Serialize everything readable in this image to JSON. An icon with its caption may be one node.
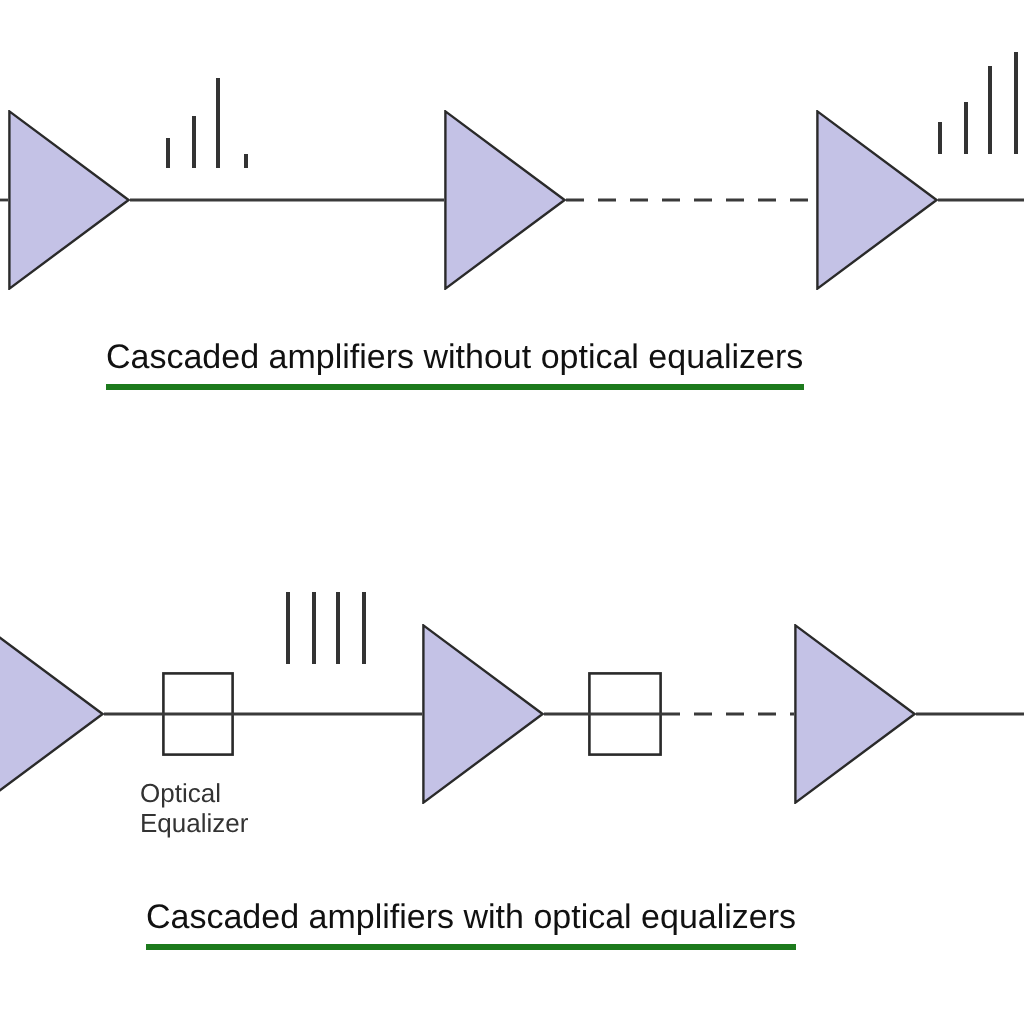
{
  "diagram": {
    "nodes": [
      {
        "text": [],
        "shape": "triangle"
      },
      {
        "text": [],
        "shape": "triangle"
      },
      {
        "text": [],
        "shape": "triangle"
      },
      {
        "text": [],
        "shape": "triangle"
      },
      {
        "text": [],
        "shape": "box",
        "beside": [
          "Optical Equalizer"
        ]
      },
      {
        "text": [],
        "shape": "triangle"
      },
      {
        "text": [],
        "shape": "box"
      },
      {
        "text": [],
        "shape": "triangle"
      }
    ],
    "edges": [
      {
        "from": null,
        "to": 0,
        "arrow": "none"
      },
      {
        "from": 0,
        "to": 1,
        "arrow": "none"
      },
      {
        "from": 1,
        "to": 2,
        "arrow": "none",
        "style": "dashed"
      },
      {
        "from": 2,
        "to": null,
        "arrow": "none"
      },
      {
        "from": 3,
        "to": 4,
        "arrow": "none"
      },
      {
        "from": 4,
        "to": 5,
        "arrow": "none"
      },
      {
        "from": 5,
        "to": 6,
        "arrow": "none"
      },
      {
        "from": 6,
        "to": 7,
        "arrow": "none",
        "style": "dashed"
      },
      {
        "from": 7,
        "to": null,
        "arrow": "none"
      }
    ],
    "labels": [
      "Cascaded amplifiers without optical equalizers",
      "Cascaded amplifiers with optical equalizers"
    ]
  }
}
